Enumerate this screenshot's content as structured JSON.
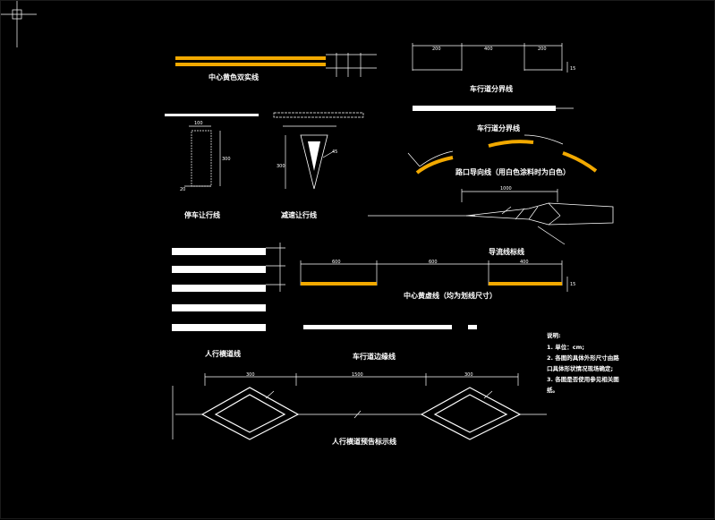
{
  "labels": {
    "center_double_yellow": "中心黄色双实线",
    "lane_separator": "车行道分界线",
    "stop_line": "停车让行线",
    "yield_line": "减速让行线",
    "lane_separator_curve": "车行道分界线",
    "intersection_guide": "路口导向线（用白色涂料时为白色）",
    "guide_lines": "导流线标线",
    "center_dashed": "中心黄虚线（均为划线尺寸）",
    "crosswalk": "人行横道线",
    "lane_edge": "车行道边缘线",
    "crosswalk_warning": "人行横道预告标示线"
  },
  "dimensions": {
    "d200a": "200",
    "d400": "400",
    "d200b": "200",
    "d15": "15",
    "d100": "100",
    "d300": "300",
    "d20": "20",
    "d300b": "300",
    "d45": "45",
    "d1000": "1000",
    "d600a": "600",
    "d600b": "600",
    "d400b": "400",
    "d1500": "1500",
    "d300c": "300",
    "d300d": "300",
    "d15b": "15"
  },
  "notes": {
    "title": "说明:",
    "line1": "1. 单位：cm;",
    "line2": "2. 各图的具体外形尺寸由路",
    "line3": "口具体形状情况现场确定;",
    "line4": "3. 各图是否使用参见相关图",
    "line5": "纸。"
  },
  "colors": {
    "background": "#000000",
    "yellow": "#f2a900",
    "white": "#ffffff"
  }
}
